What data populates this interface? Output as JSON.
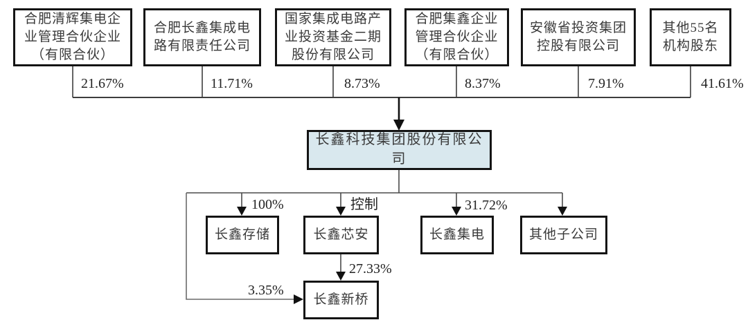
{
  "diagram": {
    "title": "ownership-structure",
    "root_company": {
      "name": "长鑫科技集团股份有限公司"
    },
    "shareholders": [
      {
        "name": "合肥清辉集电企\n业管理合伙企业\n（有限合伙）",
        "pct": "21.67%"
      },
      {
        "name": "合肥长鑫集成电\n路有限责任公司",
        "pct": "11.71%"
      },
      {
        "name": "国家集成电路产\n业投资基金二期\n股份有限公司",
        "pct": "8.73%"
      },
      {
        "name": "合肥集鑫企业\n管理合伙企业\n（有限合伙）",
        "pct": "8.37%"
      },
      {
        "name": "安徽省投资集团\n控股有限公司",
        "pct": "7.91%"
      },
      {
        "name": "其他55名\n机构股东",
        "pct": "41.61%"
      }
    ],
    "subsidiaries": [
      {
        "name": "长鑫存储",
        "edge_label": "100%"
      },
      {
        "name": "长鑫芯安",
        "edge_label": "控制"
      },
      {
        "name": "长鑫集电",
        "edge_label": "31.72%"
      },
      {
        "name": "其他子公司",
        "edge_label": ""
      }
    ],
    "sub_subsidiary": {
      "name": "长鑫新桥",
      "pct_from_changxin_xinan": "27.33%",
      "pct_from_root": "3.35%"
    },
    "colors": {
      "root_box_fill": "#d9e8ee",
      "box_border": "#141414",
      "line": "#3d3d3d",
      "text": "#3a3a3a"
    }
  }
}
